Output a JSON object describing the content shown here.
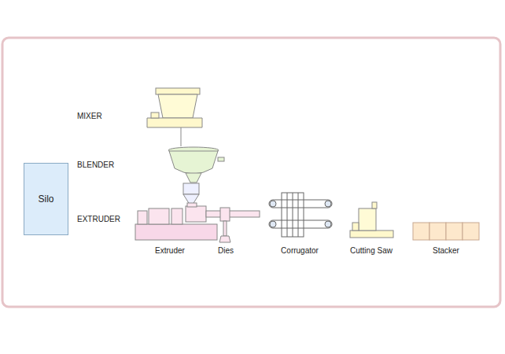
{
  "diagram": {
    "nodes": [
      {
        "text": [
          "Silo"
        ]
      }
    ],
    "labels": [
      "MIXER",
      "BLENDER",
      "EXTRUDER",
      "Extruder",
      "Dies",
      "Corrugator",
      "Cutting Saw",
      "Stacker"
    ]
  }
}
